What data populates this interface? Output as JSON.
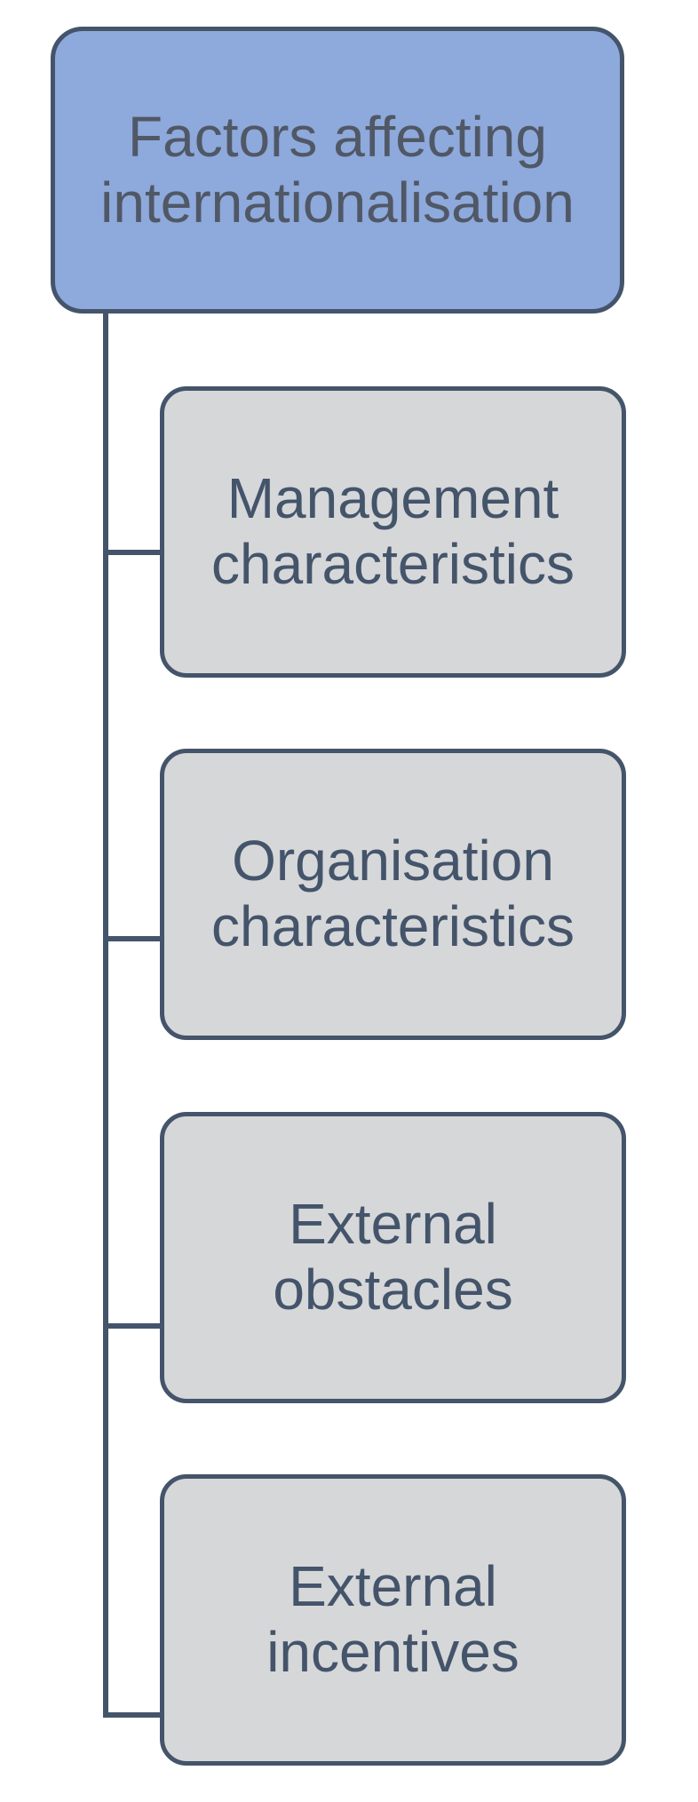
{
  "diagram": {
    "type": "hierarchy",
    "root": {
      "label": "Factors affecting internationalisation"
    },
    "children": [
      {
        "label": "Management characteristics"
      },
      {
        "label": "Organisation characteristics"
      },
      {
        "label": "External obstacles"
      },
      {
        "label": "External incentives"
      }
    ],
    "colors": {
      "background": "#FFFFFF",
      "root_fill": "#8EA9DB",
      "child_fill": "#D6D7D9",
      "border": "#44546A",
      "connector": "#44546A",
      "root_text": "#505866",
      "child_text": "#44546A"
    }
  }
}
